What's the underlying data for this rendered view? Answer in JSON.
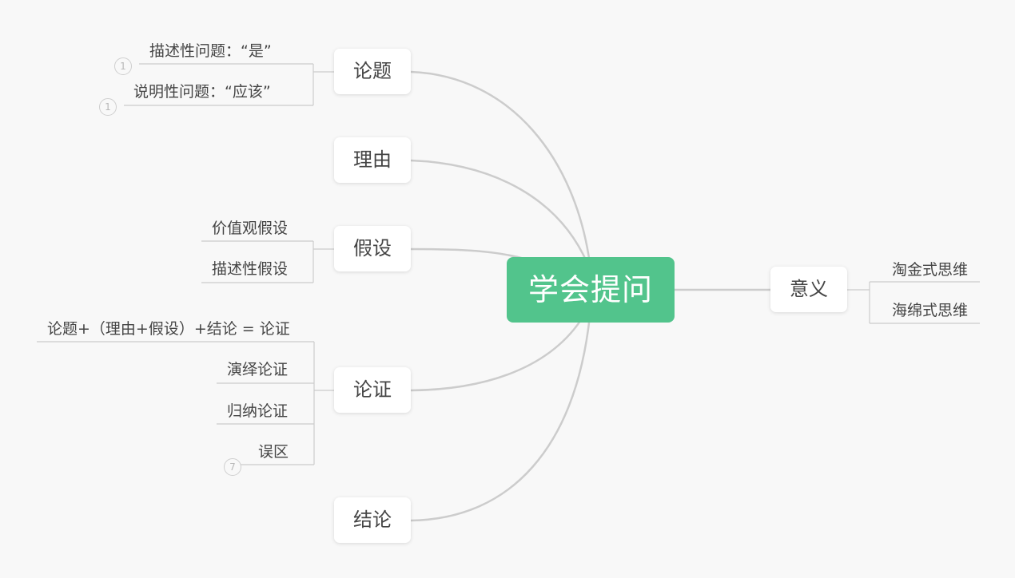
{
  "root": {
    "label": "学会提问"
  },
  "topics": {
    "lunti": {
      "label": "论题",
      "children": [
        "描述性问题：“是”",
        "说明性问题：“应该”"
      ],
      "badges": [
        "1",
        "1"
      ]
    },
    "liyou": {
      "label": "理由"
    },
    "jiashe": {
      "label": "假设",
      "children": [
        "价值观假设",
        "描述性假设"
      ]
    },
    "lunzheng": {
      "label": "论证",
      "children": [
        "论题+（理由+假设）+结论 = 论证",
        "演绎论证",
        "归纳论证",
        "误区"
      ],
      "badge": "7"
    },
    "jielun": {
      "label": "结论"
    },
    "yiyi": {
      "label": "意义",
      "children": [
        "淘金式思维",
        "海绵式思维"
      ]
    }
  },
  "colors": {
    "root_fill": "#52c48c",
    "line": "#cccccc",
    "background": "#f8f8f8",
    "text": "#444444"
  }
}
